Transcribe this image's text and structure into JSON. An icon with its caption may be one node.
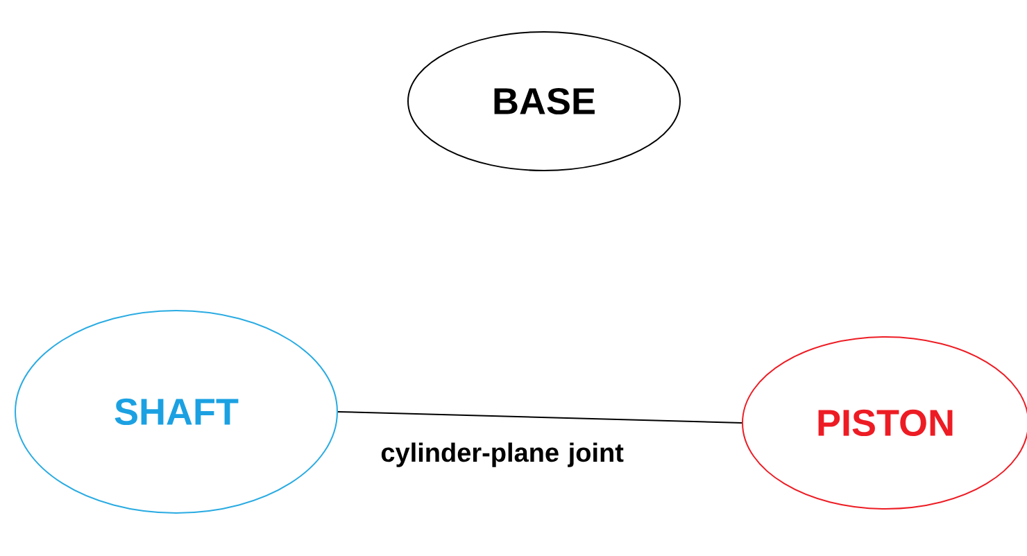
{
  "diagram": {
    "nodes": [
      {
        "text": [
          "BASE"
        ]
      },
      {
        "text": [
          "SHAFT"
        ]
      },
      {
        "text": [
          "PISTON"
        ]
      }
    ],
    "edges": [
      {
        "from": 1,
        "to": 2,
        "arrow": "none",
        "label": "cylinder-plane joint"
      }
    ]
  }
}
